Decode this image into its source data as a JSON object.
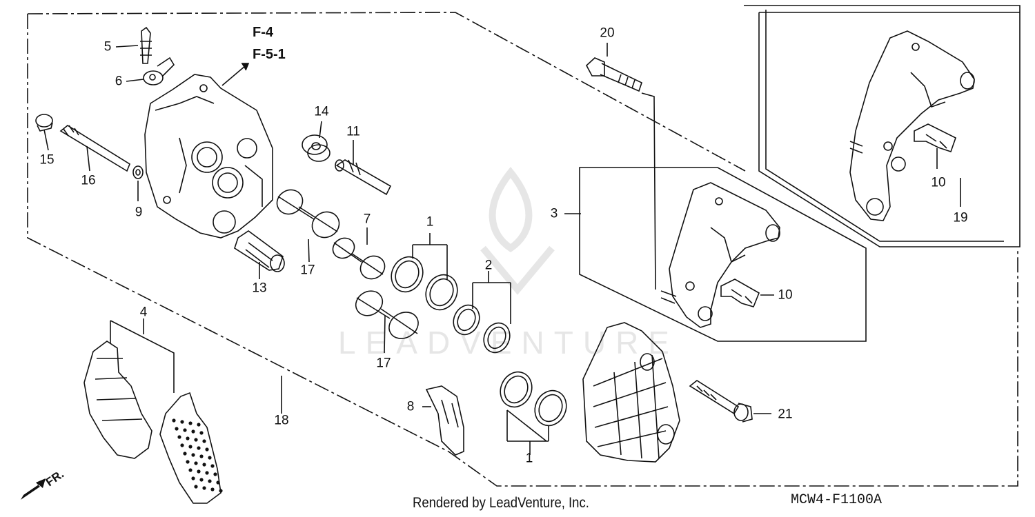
{
  "diagram": {
    "references": [
      "F-4",
      "F-5-1"
    ],
    "callouts": {
      "c1a": "1",
      "c1b": "1",
      "c2": "2",
      "c3": "3",
      "c4": "4",
      "c5": "5",
      "c6": "6",
      "c7": "7",
      "c8": "8",
      "c9": "9",
      "c10a": "10",
      "c10b": "10",
      "c11": "11",
      "c13": "13",
      "c14": "14",
      "c15": "15",
      "c16": "16",
      "c17a": "17",
      "c17b": "17",
      "c18": "18",
      "c19": "19",
      "c20": "20",
      "c21": "21"
    },
    "direction_label": "FR.",
    "watermark": "LEADVENTURE",
    "credit": "Rendered by LeadVenture, Inc.",
    "diagram_code": "MCW4-F1100A"
  }
}
